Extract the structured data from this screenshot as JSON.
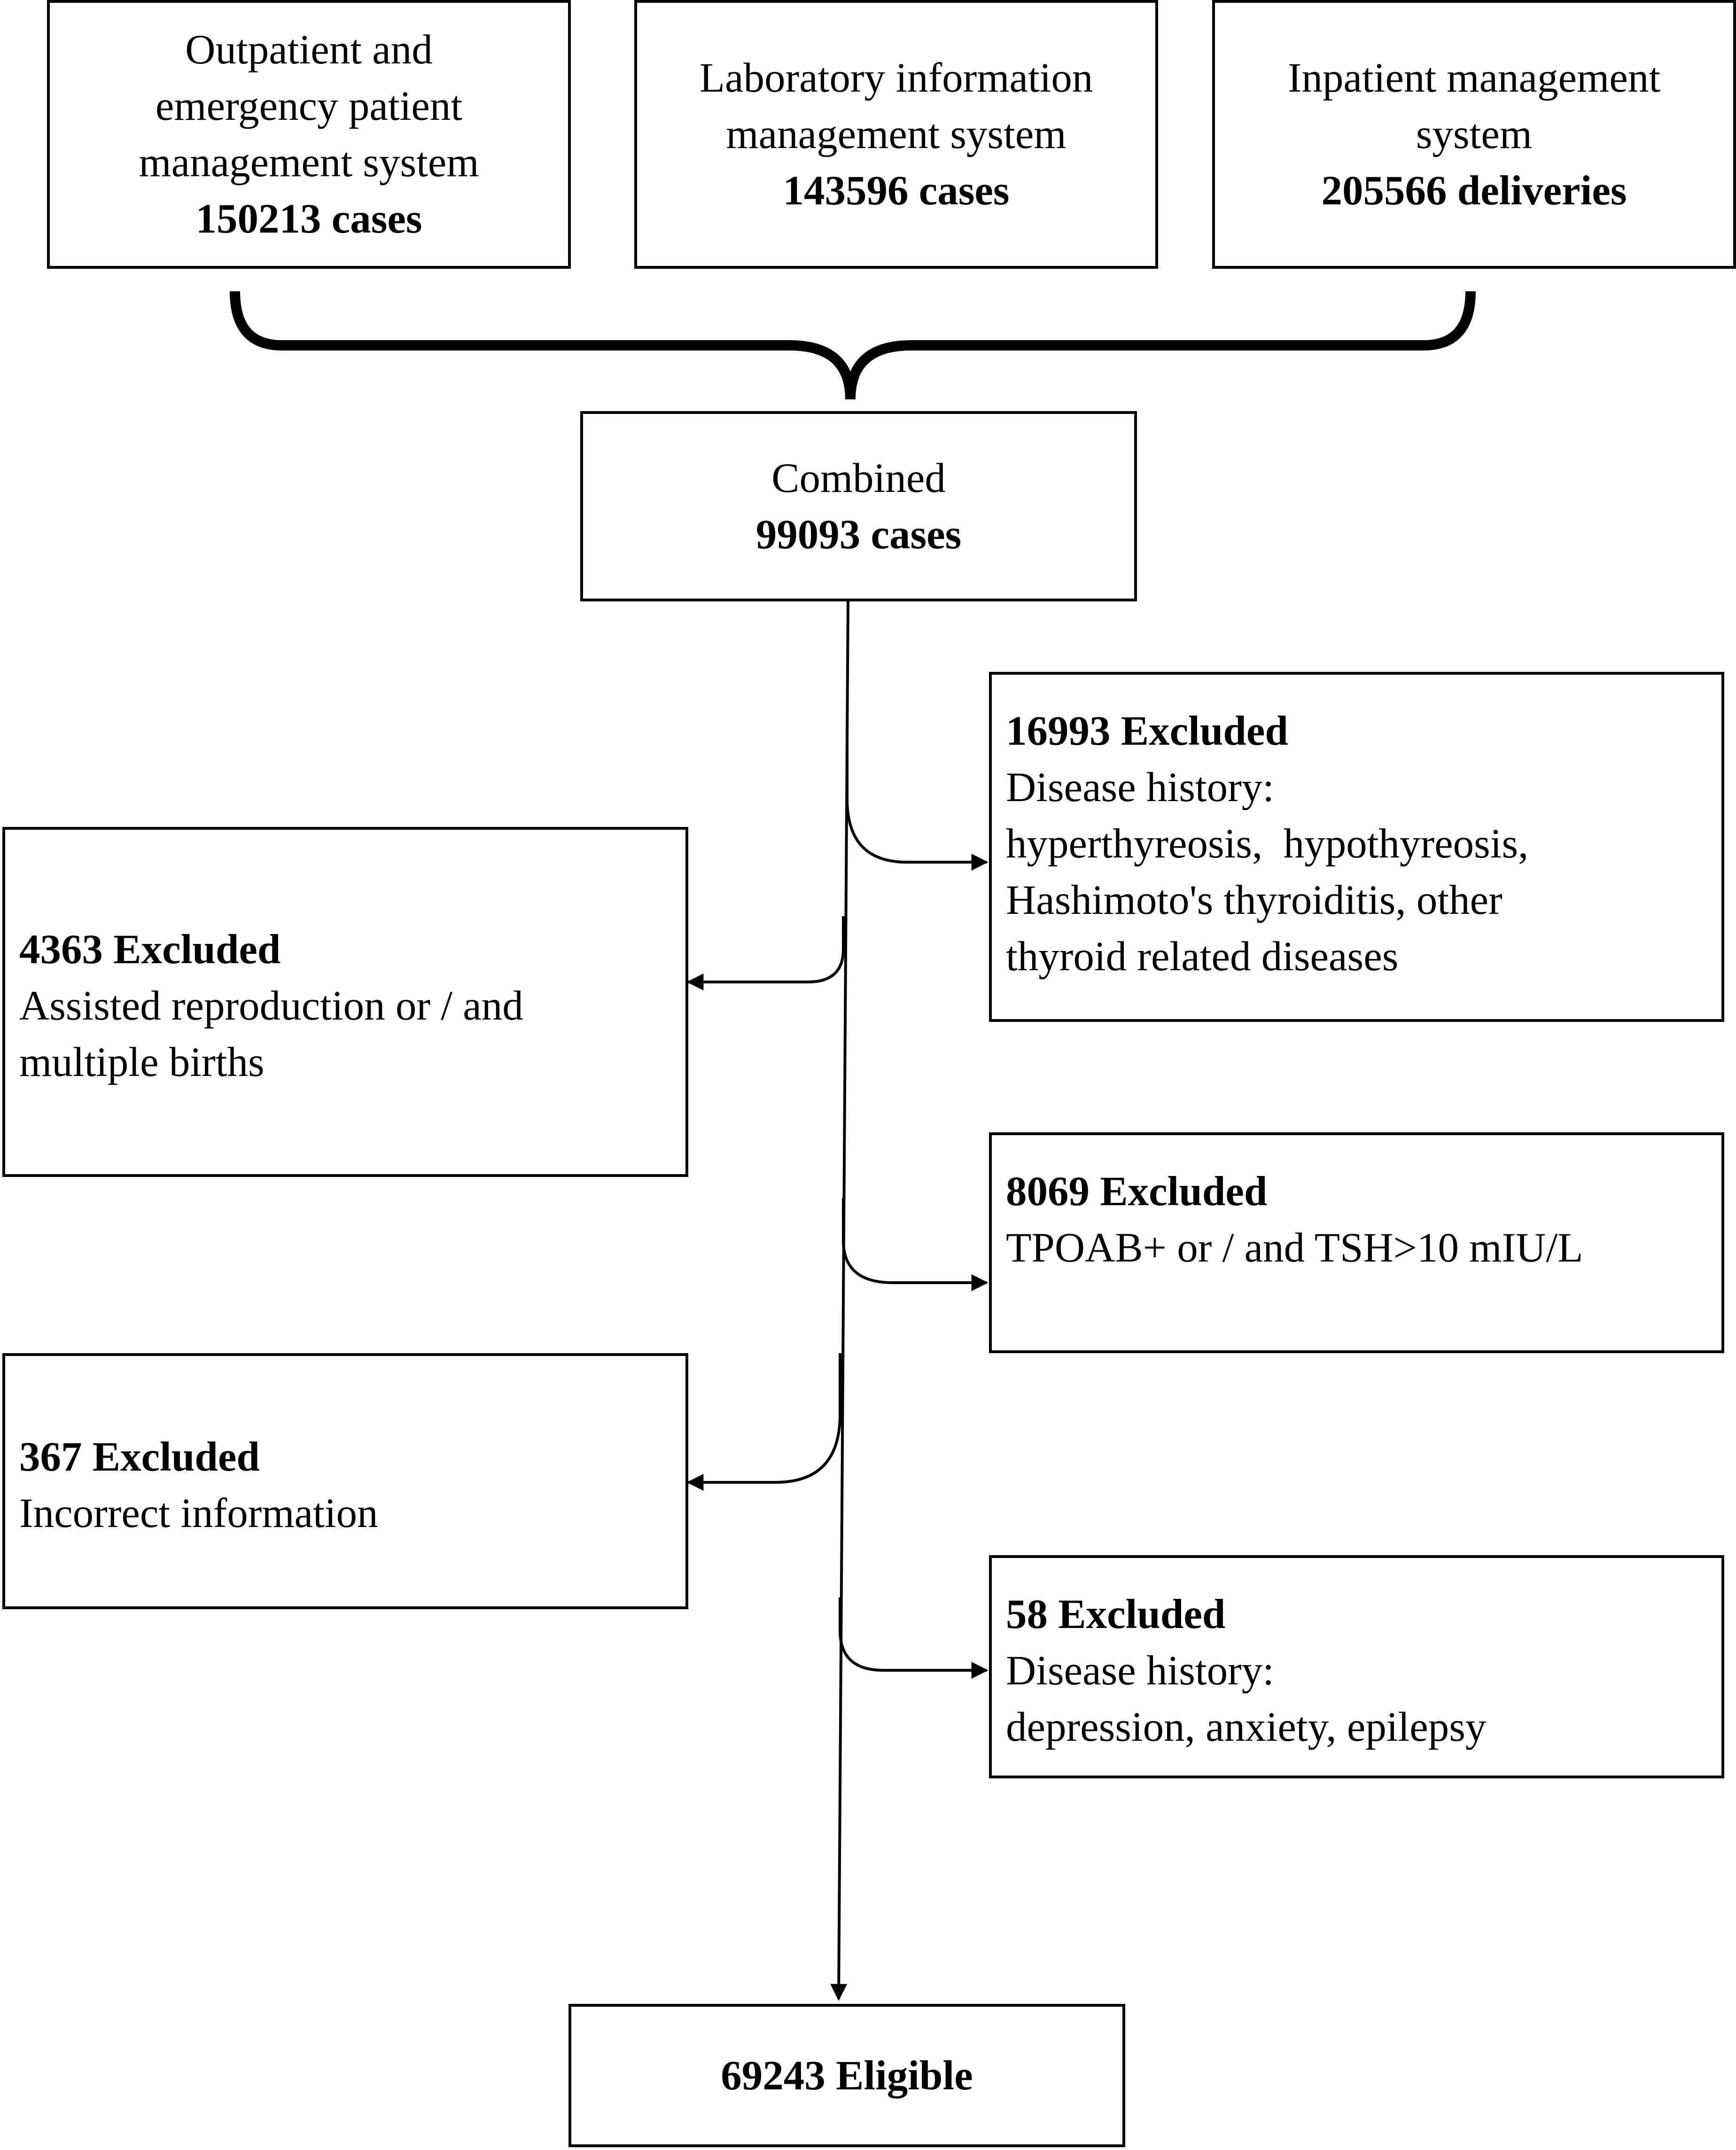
{
  "sources": [
    {
      "lines": [
        "Outpatient and",
        "emergency patient",
        "management system"
      ],
      "count": "150213 cases"
    },
    {
      "lines": [
        "Laboratory information",
        "management system"
      ],
      "count": "143596 cases"
    },
    {
      "lines": [
        "Inpatient management",
        "system"
      ],
      "count": "205566 deliveries"
    }
  ],
  "combined": {
    "label": "Combined",
    "count": "99093 cases"
  },
  "exclusions_right": [
    {
      "head": "16993 Excluded",
      "lines": [
        "Disease history:",
        "hyperthyreosis,  hypothyreosis,",
        "Hashimoto's thyroiditis, other",
        "thyroid related diseases"
      ]
    },
    {
      "head": "8069 Excluded",
      "lines": [
        "TPOAB+ or / and TSH>10 mIU/L"
      ]
    },
    {
      "head": "58 Excluded",
      "lines": [
        "Disease history:",
        "depression, anxiety, epilepsy"
      ]
    }
  ],
  "exclusions_left": [
    {
      "head": "4363 Excluded",
      "lines": [
        "Assisted reproduction or / and",
        "multiple births"
      ]
    },
    {
      "head": "367 Excluded",
      "lines": [
        "Incorrect information"
      ]
    }
  ],
  "eligible": "69243 Eligible"
}
